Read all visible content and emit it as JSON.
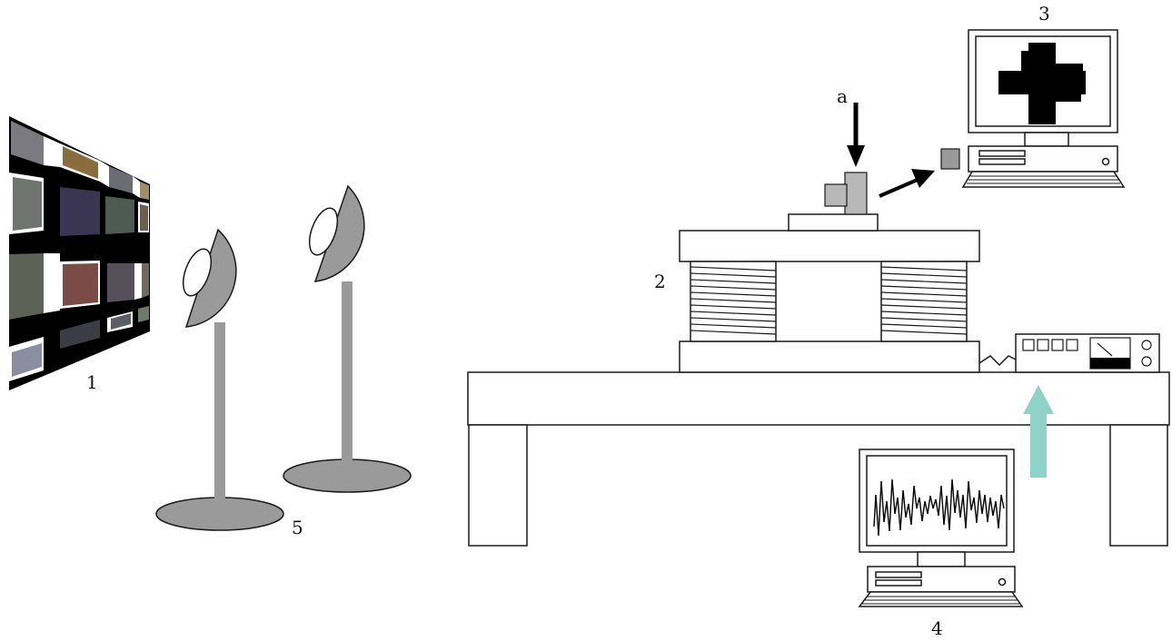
{
  "labels": {
    "l1": "1",
    "l2": "2",
    "l3": "3",
    "l4": "4",
    "l5": "5",
    "la": "a"
  },
  "colors": {
    "ink": "#1a1a1a",
    "gray": "#9a9a9a",
    "light_gray": "#b8b8b8",
    "teal_arrow": "#8fd3c8",
    "black": "#000000"
  }
}
